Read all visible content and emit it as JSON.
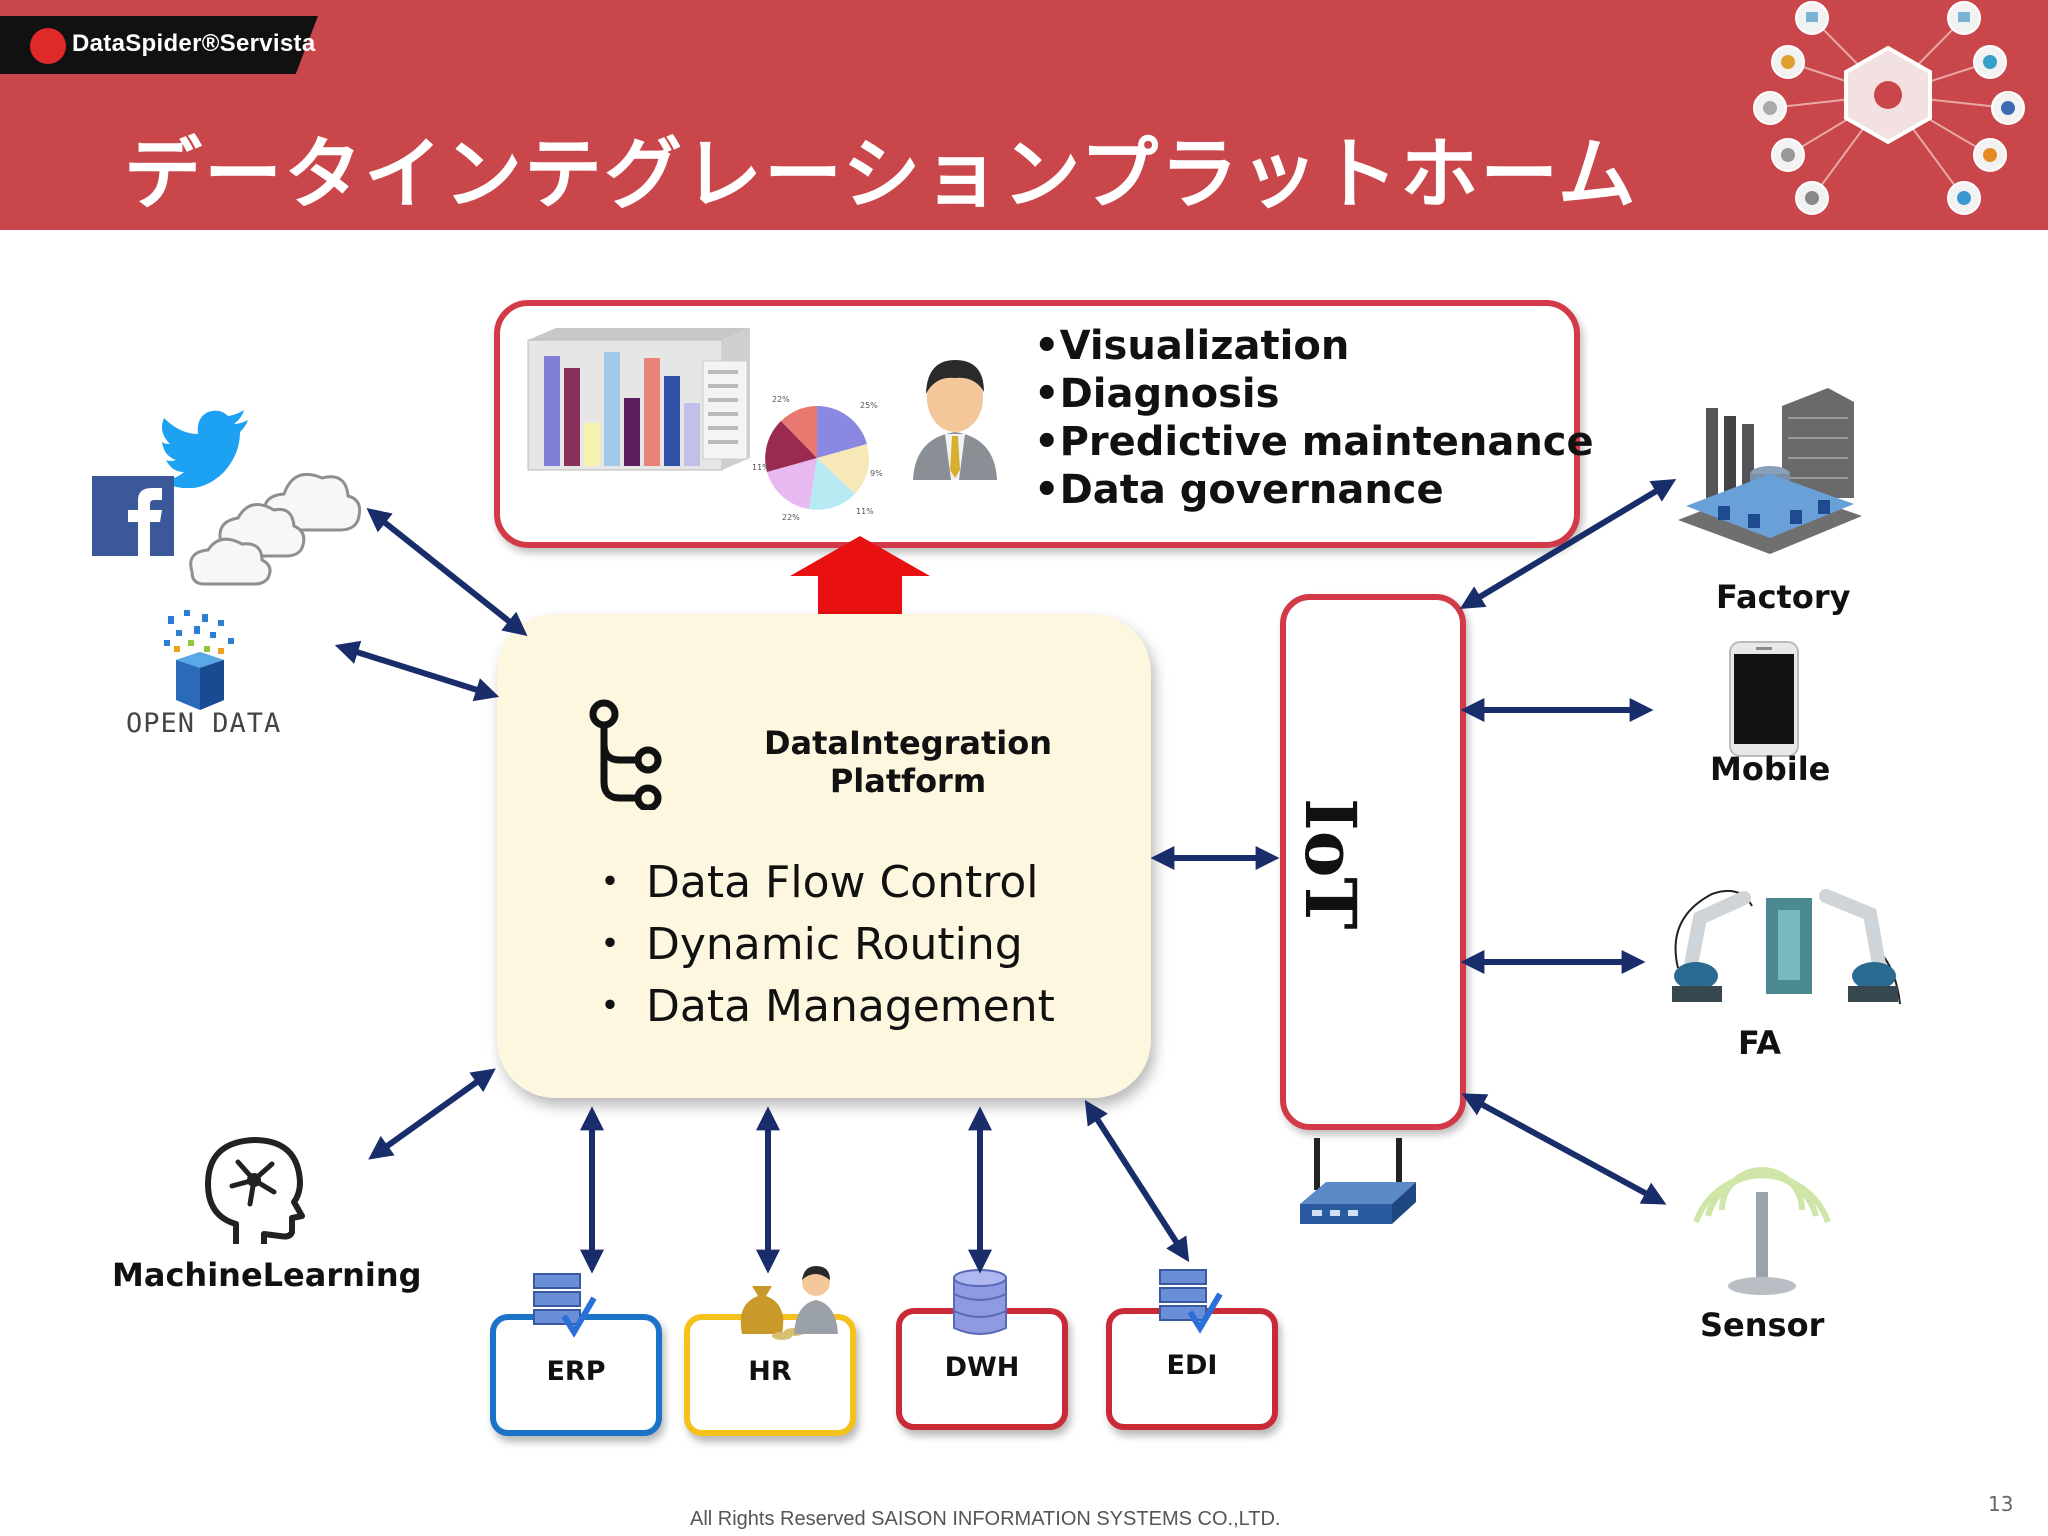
{
  "header": {
    "brand": "DataSpider®Servista",
    "title": "データインテグレーションプラットホーム"
  },
  "analytics": {
    "features": [
      "•Visualization",
      "•Diagnosis",
      "•Predictive maintenance",
      "•Data governance"
    ],
    "pie_labels": [
      "22%",
      "25%",
      "11%",
      "9%",
      "22%",
      "11%"
    ]
  },
  "platform": {
    "title_line1": "DataIntegration",
    "title_line2": "Platform",
    "features": [
      "・ Data Flow Control",
      "・ Dynamic Routing",
      "・ Data Management"
    ]
  },
  "left_sources": {
    "open_data": "OPEN DATA",
    "machine_learning": "MachineLearning"
  },
  "iot": {
    "label": "IoT",
    "devices": [
      "Factory",
      "Mobile",
      "FA",
      "Sensor"
    ]
  },
  "systems": [
    {
      "label": "ERP",
      "color": "#1a73c8"
    },
    {
      "label": "HR",
      "color": "#f4c21a"
    },
    {
      "label": "DWH",
      "color": "#c92a35"
    },
    {
      "label": "EDI",
      "color": "#c92a35"
    }
  ],
  "colors": {
    "header": "#c9474a",
    "arrow": "#1a2d6b",
    "box_border": "#d33a48",
    "up_arrow": "#e81010",
    "platform_fill": "#fdf7e0"
  },
  "footer": {
    "copyright": "All Rights Reserved SAISON INFORMATION SYSTEMS CO.,LTD.",
    "page_number": "13"
  }
}
